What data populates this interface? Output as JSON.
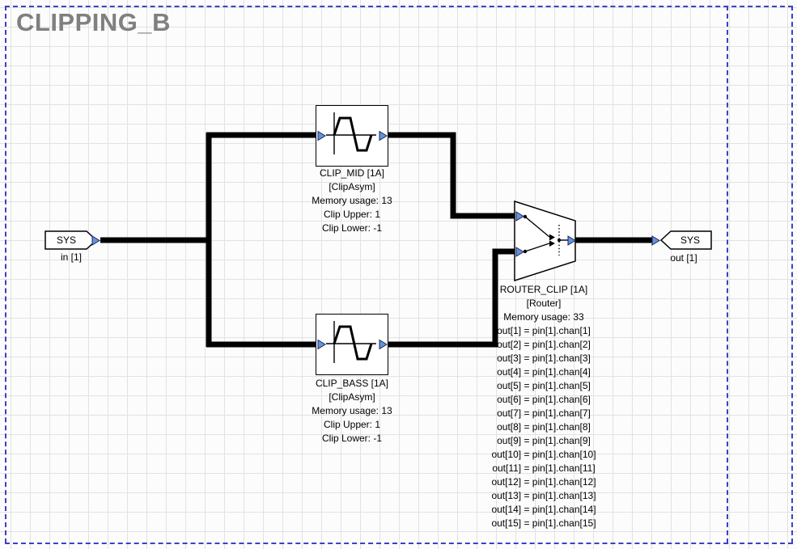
{
  "title": "CLIPPING_B",
  "colors": {
    "border_dash": "#3f3fc6",
    "grid_line": "#e2e2e2",
    "wire": "#000000",
    "pin_fill": "#5f97d8",
    "pin_stroke": "#202060",
    "title_color": "#808080",
    "block_stroke": "#000000"
  },
  "input_tag": {
    "label": "SYS",
    "caption": "in [1]"
  },
  "output_tag": {
    "label": "SYS",
    "caption": "out [1]"
  },
  "clip_mid": {
    "name": "CLIP_MID [1A]",
    "type": "[ClipAsym]",
    "details": [
      "Memory usage: 13",
      "Clip Upper: 1",
      "Clip Lower: -1"
    ]
  },
  "clip_bass": {
    "name": "CLIP_BASS [1A]",
    "type": "[ClipAsym]",
    "details": [
      "Memory usage: 13",
      "Clip Upper: 1",
      "Clip Lower: -1"
    ]
  },
  "router": {
    "name": "ROUTER_CLIP [1A]",
    "type": "[Router]",
    "details": [
      "Memory usage: 33",
      "out[1] = pin[1].chan[1]",
      "out[2] = pin[1].chan[2]",
      "out[3] = pin[1].chan[3]",
      "out[4] = pin[1].chan[4]",
      "out[5] = pin[1].chan[5]",
      "out[6] = pin[1].chan[6]",
      "out[7] = pin[1].chan[7]",
      "out[8] = pin[1].chan[8]",
      "out[9] = pin[1].chan[9]",
      "out[10] = pin[1].chan[10]",
      "out[11] = pin[1].chan[11]",
      "out[12] = pin[1].chan[12]",
      "out[13] = pin[1].chan[13]",
      "out[14] = pin[1].chan[14]",
      "out[15] = pin[1].chan[15]"
    ]
  }
}
